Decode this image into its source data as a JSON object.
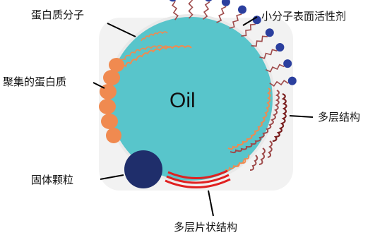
{
  "diagram": {
    "oil_label": "Oil",
    "labels": {
      "protein_molecule": "蛋白质分子",
      "surfactant": "小分子表面活性剂",
      "aggregated_protein": "聚集的蛋白质",
      "multilayer": "多层结构",
      "solid_particle": "固体颗粒",
      "lamellar": "多层片状结构"
    },
    "colors": {
      "droplet_fill": "#58C5CB",
      "droplet_outline": "#E6E6E6",
      "protein_chain": "#F08A50",
      "aggregated_protein": "#F08A50",
      "surfactant_head": "#2B3F9E",
      "surfactant_tail": "#9E4A4A",
      "multilayer_dark": "#7A1F1F",
      "solid_particle": "#1F2E6B",
      "lamellar_red": "#E02020",
      "leader_line": "#000000"
    }
  }
}
